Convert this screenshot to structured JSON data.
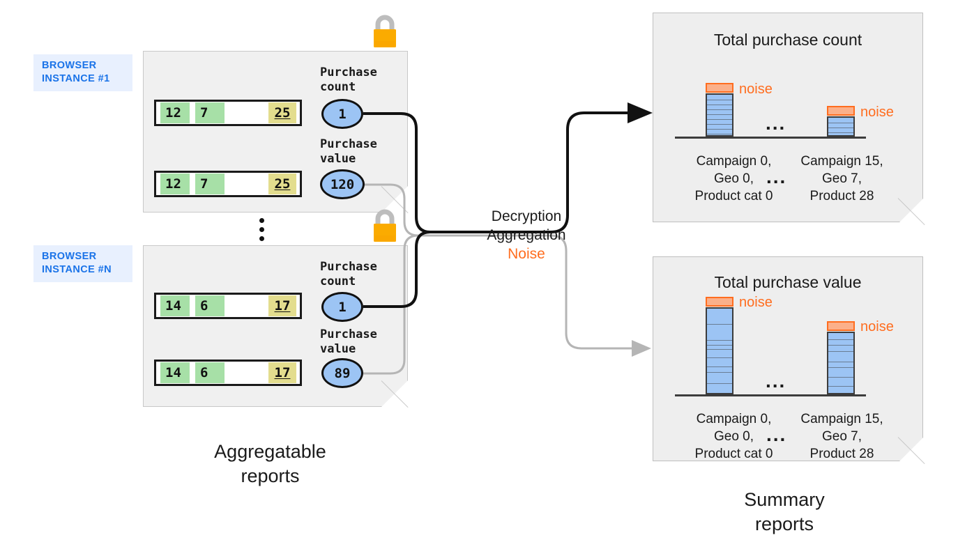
{
  "browser_instances": [
    {
      "label": "BROWSER\nINSTANCE #1"
    },
    {
      "label": "BROWSER\nINSTANCE #N"
    }
  ],
  "aggregatable_reports": {
    "caption": "Aggregatable\nreports",
    "lock_icon": "lock-icon",
    "cards": [
      {
        "rows": [
          {
            "metric_label": "Purchase\ncount",
            "cells": [
              {
                "value": "12",
                "color": "green"
              },
              {
                "value": "7",
                "color": "green"
              },
              {
                "value": "25",
                "color": "khaki"
              }
            ],
            "bubble_value": "1"
          },
          {
            "metric_label": "Purchase\nvalue",
            "cells": [
              {
                "value": "12",
                "color": "green"
              },
              {
                "value": "7",
                "color": "green"
              },
              {
                "value": "25",
                "color": "khaki"
              }
            ],
            "bubble_value": "120"
          }
        ]
      },
      {
        "rows": [
          {
            "metric_label": "Purchase\ncount",
            "cells": [
              {
                "value": "14",
                "color": "green"
              },
              {
                "value": "6",
                "color": "green"
              },
              {
                "value": "17",
                "color": "khaki"
              }
            ],
            "bubble_value": "1"
          },
          {
            "metric_label": "Purchase\nvalue",
            "cells": [
              {
                "value": "14",
                "color": "green"
              },
              {
                "value": "6",
                "color": "green"
              },
              {
                "value": "17",
                "color": "khaki"
              }
            ],
            "bubble_value": "89"
          }
        ]
      }
    ],
    "ellipsis": "vertical-ellipsis"
  },
  "process": {
    "line1": "Decryption",
    "line2": "Aggregation",
    "line3": "Noise",
    "noise_color": "#ff6d1f"
  },
  "summary_reports": {
    "caption": "Summary\nreports"
  },
  "colors": {
    "brand_blue": "#1a73e8",
    "badge_bg": "#e8f0fe",
    "bar_blue": "#9cc4f4",
    "noise_orange": "#ff6d1f",
    "noise_fill": "#fbb08a",
    "lock_body": "#fbab00",
    "cell_green": "#a7e0a7",
    "cell_khaki": "#e3dd8e",
    "card_grey": "#f0f0f0"
  },
  "chart_data": [
    {
      "type": "bar",
      "title": "Total purchase count",
      "categories": [
        "Campaign 0,\nGeo 0,\nProduct cat 0",
        "Campaign 15,\nGeo 7,\nProduct 28"
      ],
      "values": [
        9,
        5
      ],
      "noise": [
        1,
        1
      ],
      "segments": [
        9,
        5
      ],
      "noise_label": "noise",
      "between_label": "...",
      "xlabel": "",
      "ylabel": "",
      "grid": false,
      "legend": "none"
    },
    {
      "type": "bar",
      "title": "Total purchase value",
      "categories": [
        "Campaign 0,\nGeo 0,\nProduct cat 0",
        "Campaign 15,\nGeo 7,\nProduct 28"
      ],
      "values": [
        11,
        8
      ],
      "noise": [
        1,
        1
      ],
      "segments": [
        11,
        8
      ],
      "noise_label": "noise",
      "between_label": "...",
      "xlabel": "",
      "ylabel": "",
      "grid": false,
      "legend": "none"
    }
  ]
}
